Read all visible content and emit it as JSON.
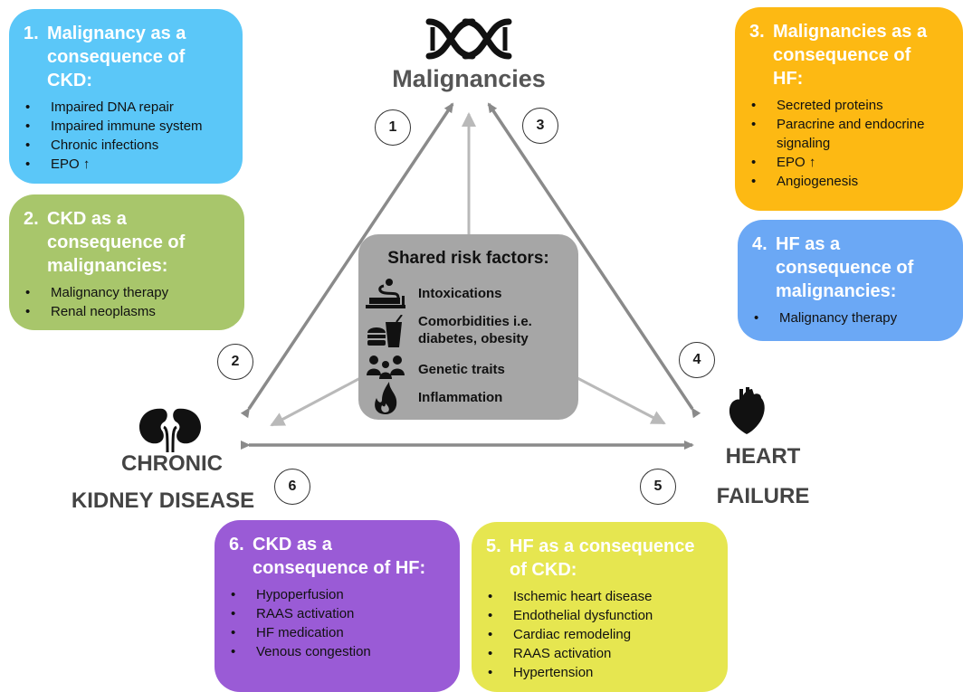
{
  "center_node": {
    "label": "Malignancies",
    "icon": "dna-icon"
  },
  "left_node": {
    "line1": "CHRONIC",
    "line2": "KIDNEY DISEASE",
    "icon": "kidneys-icon"
  },
  "right_node": {
    "line1": "HEART",
    "line2": "FAILURE",
    "icon": "heart-icon"
  },
  "circles": [
    "1",
    "2",
    "3",
    "4",
    "5",
    "6"
  ],
  "shared_risk": {
    "title": "Shared risk factors:",
    "items": [
      {
        "text": "Intoxications",
        "icon": "smoking-icon"
      },
      {
        "line1": "Comorbidities i.e.",
        "line2": "diabetes, obesity",
        "icon": "fast-food-icon"
      },
      {
        "text": "Genetic traits",
        "icon": "family-icon"
      },
      {
        "text": "Inflammation",
        "icon": "flame-icon"
      }
    ]
  },
  "boxes": {
    "b1": {
      "color": "#5BC7F8",
      "num": "1.",
      "line1": "Malignancy as a",
      "line2": "consequence of",
      "line3": "CKD:",
      "items": [
        "Impaired DNA repair",
        "Impaired immune system",
        "Chronic infections",
        "EPO ↑"
      ]
    },
    "b2": {
      "color": "#A8C66B",
      "num": "2.",
      "line1": "CKD as a",
      "line2": "consequence of",
      "line3": "malignancies:",
      "items": [
        "Malignancy therapy",
        "Renal neoplasms"
      ]
    },
    "b3": {
      "color": "#FDB913",
      "num": "3.",
      "line1": "Malignancies as a",
      "line2": "consequence of",
      "line3": "HF:",
      "items": [
        "Secreted proteins",
        "Paracrine and endocrine",
        "signaling",
        "EPO ↑",
        "Angiogenesis"
      ]
    },
    "b4": {
      "color": "#6BA8F5",
      "num": "4.",
      "line1": "HF as a",
      "line2": "consequence of",
      "line3": "malignancies:",
      "items": [
        "Malignancy therapy"
      ]
    },
    "b5": {
      "color": "#E6E650",
      "num": "5.",
      "line1": "HF as a consequence",
      "line2": "of CKD:",
      "items": [
        "Ischemic heart disease",
        "Endothelial dysfunction",
        "Cardiac remodeling",
        "RAAS activation",
        "Hypertension"
      ]
    },
    "b6": {
      "color": "#9A5BD6",
      "num": "6.",
      "line1": "CKD as a",
      "line2": "consequence of HF:",
      "items": [
        "Hypoperfusion",
        "RAAS activation",
        "HF medication",
        "Venous congestion"
      ]
    }
  }
}
